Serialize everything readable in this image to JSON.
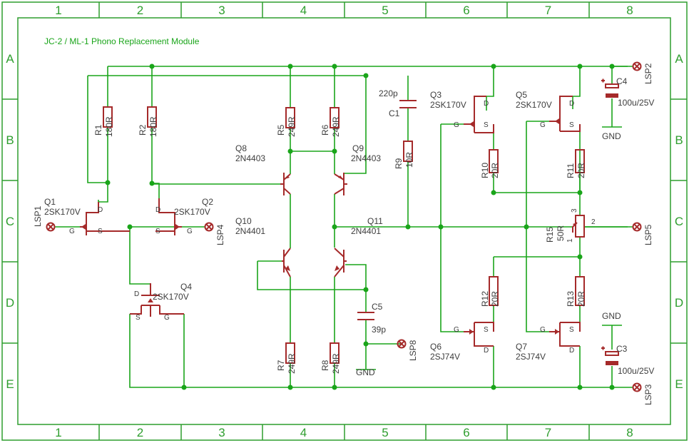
{
  "title": "JC-2 / ML-1 Phono Replacement Module",
  "frame": {
    "columns": [
      "1",
      "2",
      "3",
      "4",
      "5",
      "6",
      "7",
      "8"
    ],
    "rows": [
      "A",
      "B",
      "C",
      "D",
      "E"
    ]
  },
  "resistors": {
    "R1": {
      "name": "R1",
      "value": "180R"
    },
    "R2": {
      "name": "R2",
      "value": "180R"
    },
    "R5": {
      "name": "R5",
      "value": "249R"
    },
    "R6": {
      "name": "R6",
      "value": "249R"
    },
    "R7": {
      "name": "R7",
      "value": "249R"
    },
    "R8": {
      "name": "R8",
      "value": "249R"
    },
    "R9": {
      "name": "R9",
      "value": "10R"
    },
    "R10": {
      "name": "R10",
      "value": "20R"
    },
    "R11": {
      "name": "R11",
      "value": "20R"
    },
    "R12": {
      "name": "R12",
      "value": "20R"
    },
    "R13": {
      "name": "R13",
      "value": "20R"
    }
  },
  "pot": {
    "name": "R15",
    "value": "50R",
    "pins": [
      "1",
      "2",
      "3"
    ]
  },
  "capacitors": {
    "C1": {
      "name": "C1",
      "value": "220p"
    },
    "C3": {
      "name": "C3",
      "value": "100u/25V"
    },
    "C4": {
      "name": "C4",
      "value": "100u/25V"
    },
    "C5": {
      "name": "C5",
      "value": "39p"
    }
  },
  "fets": {
    "Q1": {
      "name": "Q1",
      "part": "2SK170V"
    },
    "Q2": {
      "name": "Q2",
      "part": "2SK170V"
    },
    "Q3": {
      "name": "Q3",
      "part": "2SK170V"
    },
    "Q4": {
      "name": "Q4",
      "part": "2SK170V"
    },
    "Q5": {
      "name": "Q5",
      "part": "2SK170V"
    },
    "Q6": {
      "name": "Q6",
      "part": "2SJ74V"
    },
    "Q7": {
      "name": "Q7",
      "part": "2SJ74V"
    }
  },
  "bjts": {
    "Q8": {
      "name": "Q8",
      "part": "2N4403"
    },
    "Q9": {
      "name": "Q9",
      "part": "2N4403"
    },
    "Q10": {
      "name": "Q10",
      "part": "2N4401"
    },
    "Q11": {
      "name": "Q11",
      "part": "2N4401"
    }
  },
  "pin_letters": {
    "gate": "G",
    "drain": "D",
    "source": "S"
  },
  "connectors": {
    "LSP1": "LSP1",
    "LSP2": "LSP2",
    "LSP3": "LSP3",
    "LSP4": "LSP4",
    "LSP5": "LSP5",
    "LSP8": "LSP8"
  },
  "gnd_label": "GND",
  "colors": {
    "wire": "#1aa51a",
    "symbol": "#a52a2a",
    "frame": "#2e9e2e",
    "text": "#3d3d3d"
  }
}
